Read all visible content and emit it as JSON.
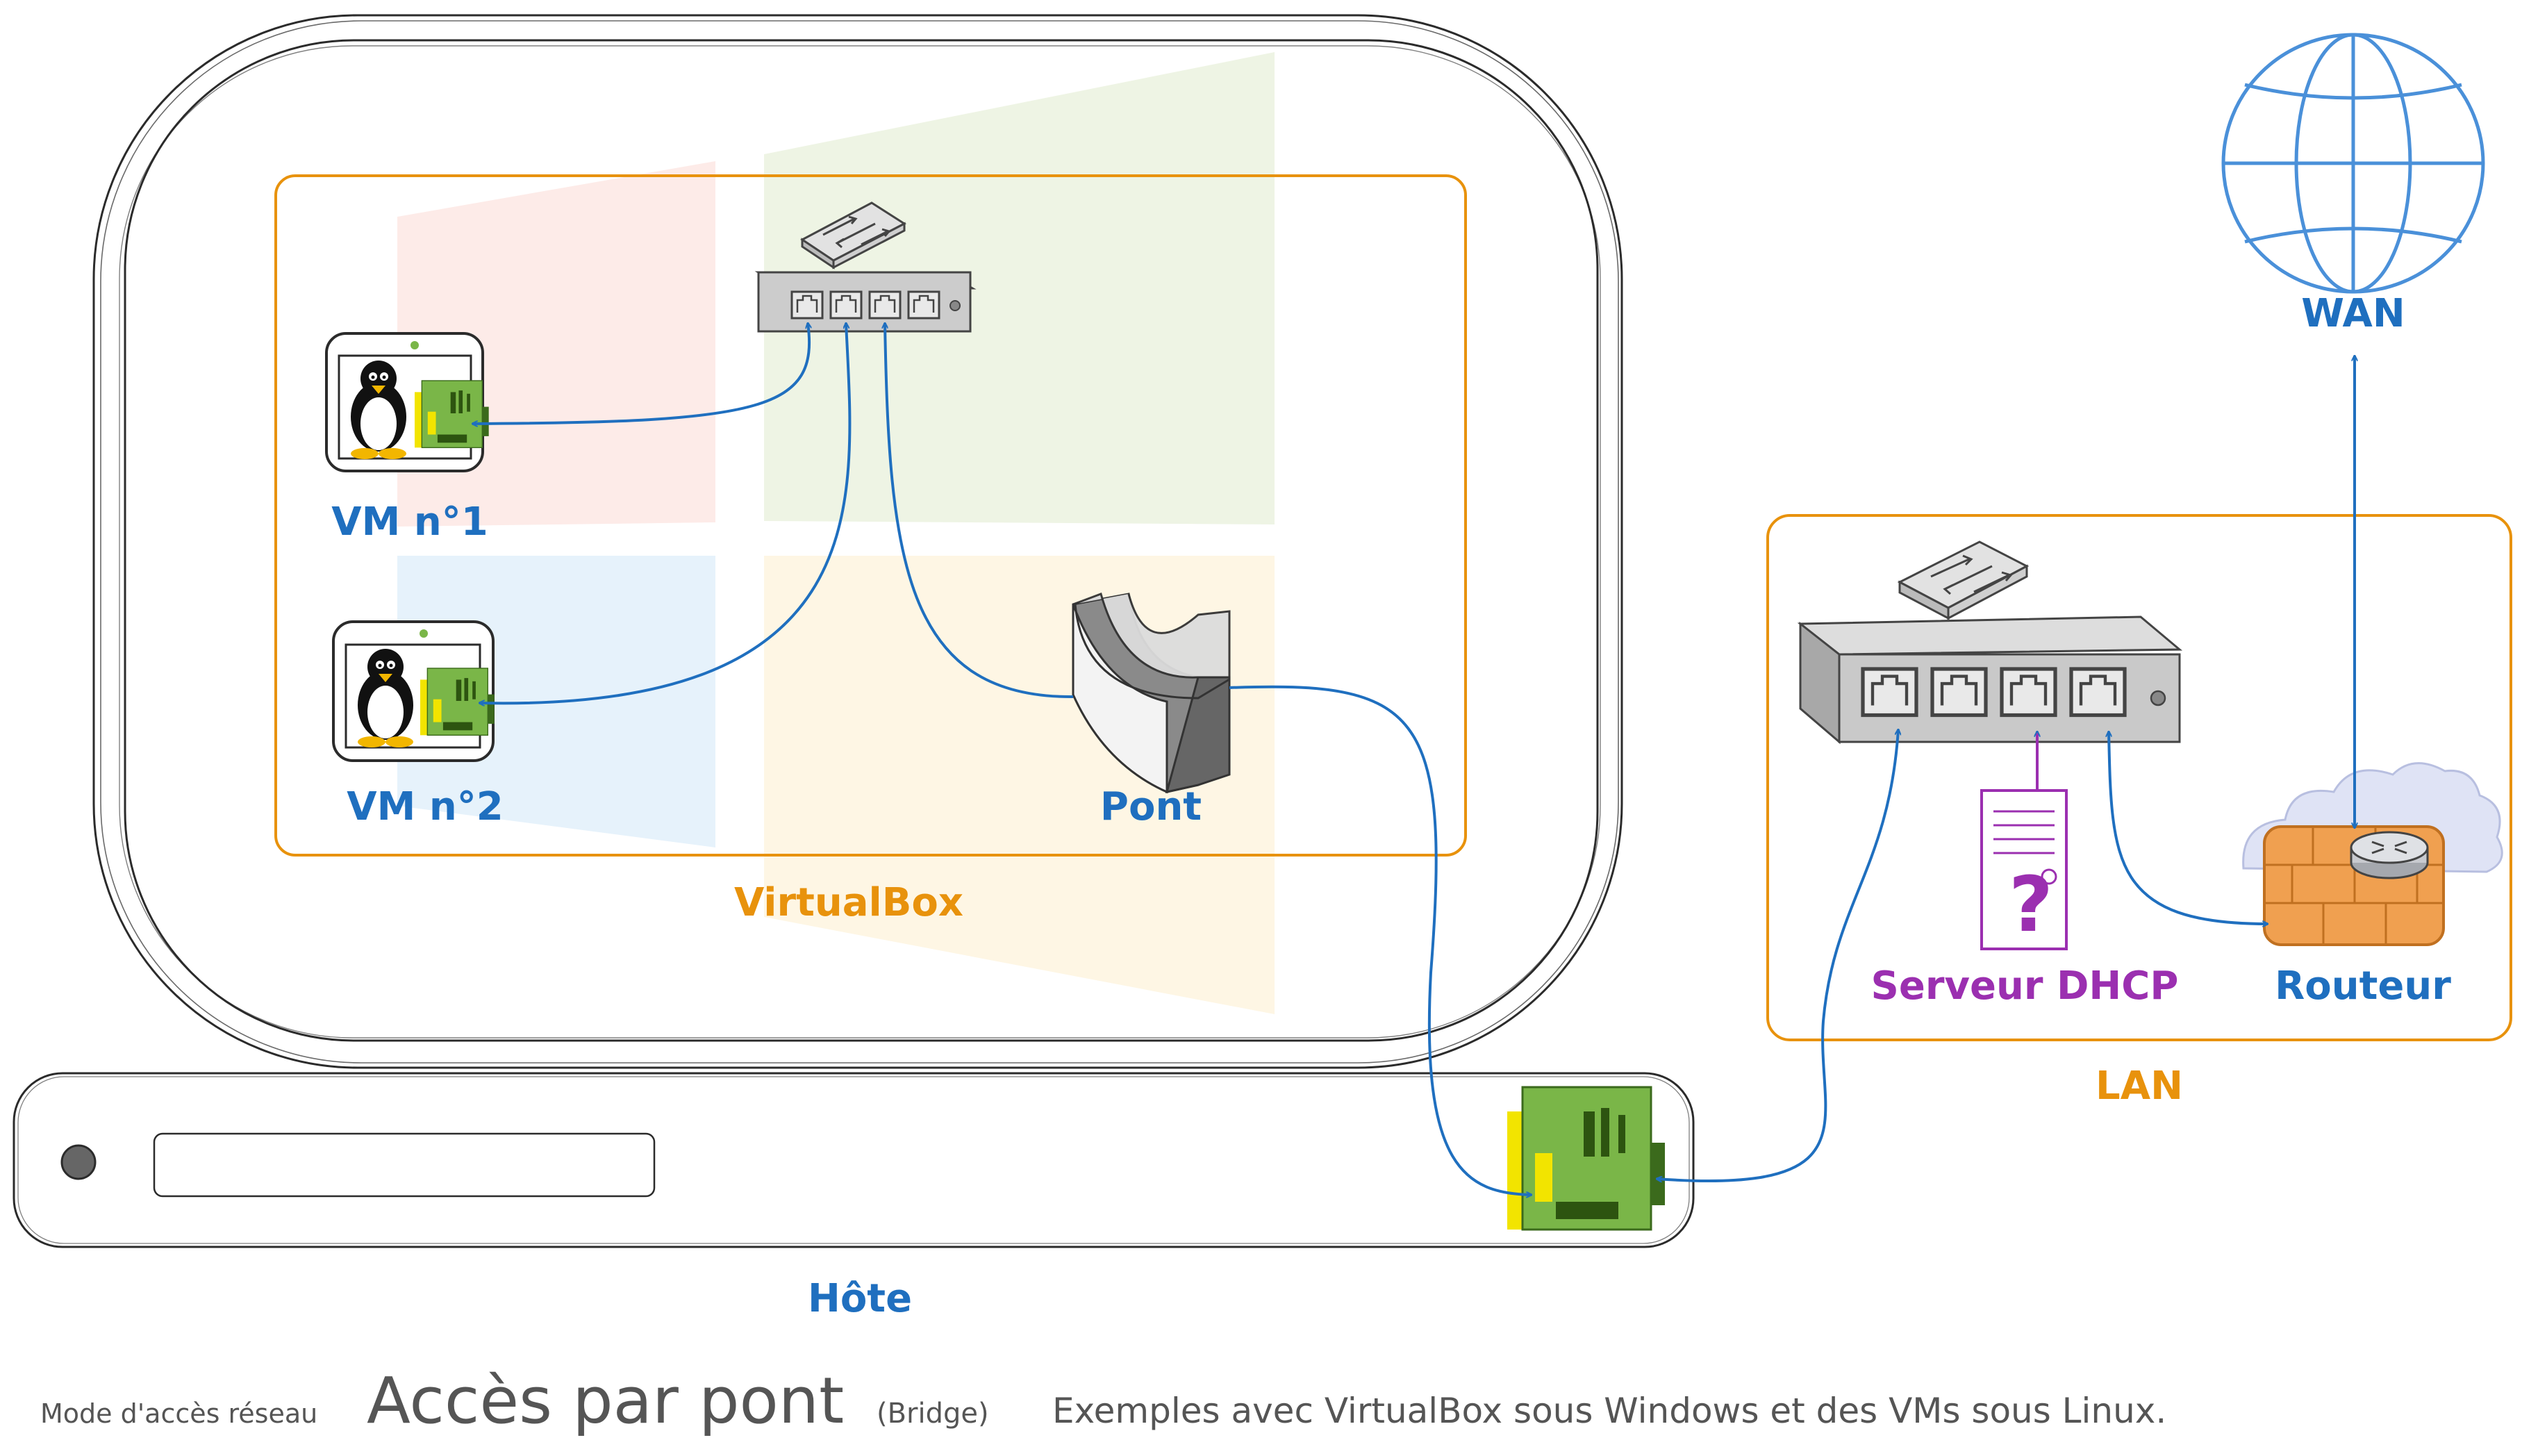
{
  "labels": {
    "vm1": "VM n°1",
    "vm2": "VM n°2",
    "bridge": "Pont",
    "virtualbox": "VirtualBox",
    "host": "Hôte",
    "wan": "WAN",
    "lan": "LAN",
    "dhcp": "Serveur DHCP",
    "router": "Routeur"
  },
  "caption": {
    "prefix": "Mode d'accès réseau",
    "title": "Accès par pont",
    "paren": "(Bridge)",
    "description": "Exemples avec VirtualBox sous Windows et des VMs sous Linux."
  },
  "colors": {
    "link": "#1f6fbf",
    "zone": "#e8920c",
    "dhcp": "#9b2fb0",
    "nic": "#7ab648",
    "firewall": "#f0a050",
    "globe": "#4a90d9",
    "sketch": "#2b2b2b"
  },
  "icons": {
    "switch": "network-switch-icon",
    "vm": "linux-vm-icon",
    "bridge": "bridge-icon",
    "nic": "network-card-icon",
    "server": "dhcp-server-icon",
    "router": "router-firewall-icon",
    "globe": "globe-icon"
  }
}
